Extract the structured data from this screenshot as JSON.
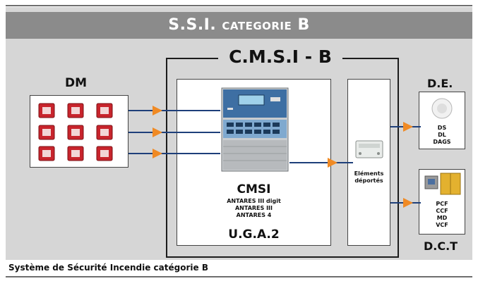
{
  "title": {
    "main": "S.S.I.",
    "sub": "CATEGORIE",
    "letter": "B"
  },
  "cmsi_box_label": "C.M.S.I - B",
  "dm": {
    "label": "DM"
  },
  "cmsi": {
    "name": "CMSI",
    "models": [
      "ANTARES III digit",
      "ANTARES III",
      "ANTARES 4"
    ],
    "uga": "U.G.A.2"
  },
  "elements": {
    "label_line1": "Eléments",
    "label_line2": "déportés"
  },
  "de": {
    "label": "D.E.",
    "items": [
      "DS",
      "DL",
      "DAGS"
    ]
  },
  "dct": {
    "label": "D.C.T",
    "items": [
      "PCF",
      "CCF",
      "MD",
      "VCF"
    ]
  },
  "caption": "Système de Sécurité Incendie catégorie B",
  "colors": {
    "arrow": "#f08a24",
    "line": "#1e3f7a",
    "panel": "#d6d6d6",
    "titlebar": "#8b8b8b",
    "alarm_red": "#c8242c"
  }
}
